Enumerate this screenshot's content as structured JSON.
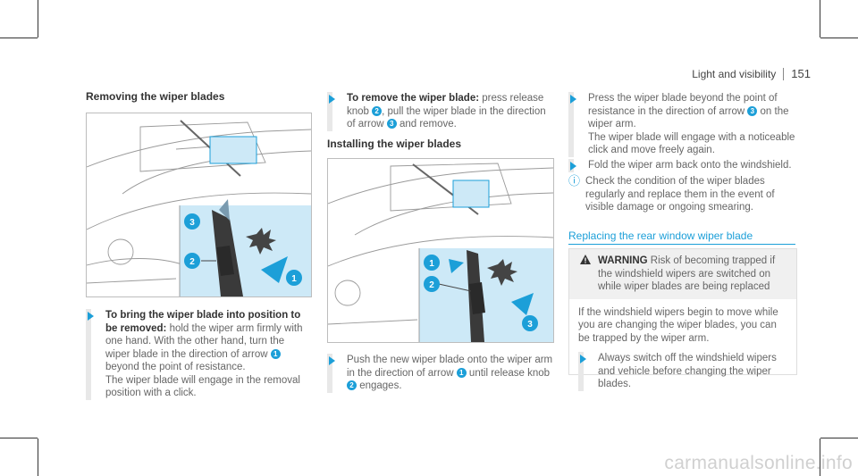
{
  "header": {
    "section": "Light and visibility",
    "page": "151"
  },
  "left": {
    "title": "Removing the wiper blades",
    "figure_labels": [
      "3",
      "2",
      "1"
    ],
    "step_bold": "To bring the wiper blade into position to be removed:",
    "step_text_a": " hold the wiper arm firmly with one hand. With the other hand, turn the wiper blade in the direction of arrow ",
    "step_badge": "1",
    "step_text_b": " beyond the point of resistance.",
    "step_text_c": "The wiper blade will engage in the removal position with a click."
  },
  "middle": {
    "step1_bold": "To remove the wiper blade:",
    "step1_a": " press release knob ",
    "step1_badge1": "2",
    "step1_b": ", pull the wiper blade in the direction of arrow ",
    "step1_badge2": "3",
    "step1_c": " and remove.",
    "title": "Installing the wiper blades",
    "figure_labels": [
      "1",
      "2",
      "3"
    ],
    "step2_a": "Push the new wiper blade onto the wiper arm in the direction of arrow ",
    "step2_badge1": "1",
    "step2_b": " until release knob ",
    "step2_badge2": "2",
    "step2_c": " engages."
  },
  "right": {
    "step1_a": "Press the wiper blade beyond the point of resistance in the direction of arrow ",
    "step1_badge": "3",
    "step1_b": " on the wiper arm.",
    "step1_c": "The wiper blade will engage with a noticeable click and move freely again.",
    "step2": "Fold the wiper arm back onto the windshield.",
    "note": "Check the condition of the wiper blades regularly and replace them in the event of visible damage or ongoing smearing.",
    "subheading": "Replacing the rear window wiper blade",
    "warning_label": "WARNING",
    "warning_text": " Risk of becoming trapped if the windshield wipers are switched on while wiper blades are being replaced",
    "warning_body": "If the windshield wipers begin to move while you are changing the wiper blades, you can be trapped by the wiper arm.",
    "warning_step": "Always switch off the windshield wipers and vehicle before changing the wiper blades."
  },
  "watermark": "carmanualsonline.info",
  "colors": {
    "accent": "#1c9fd8",
    "figure_panel": "#cde9f7"
  }
}
